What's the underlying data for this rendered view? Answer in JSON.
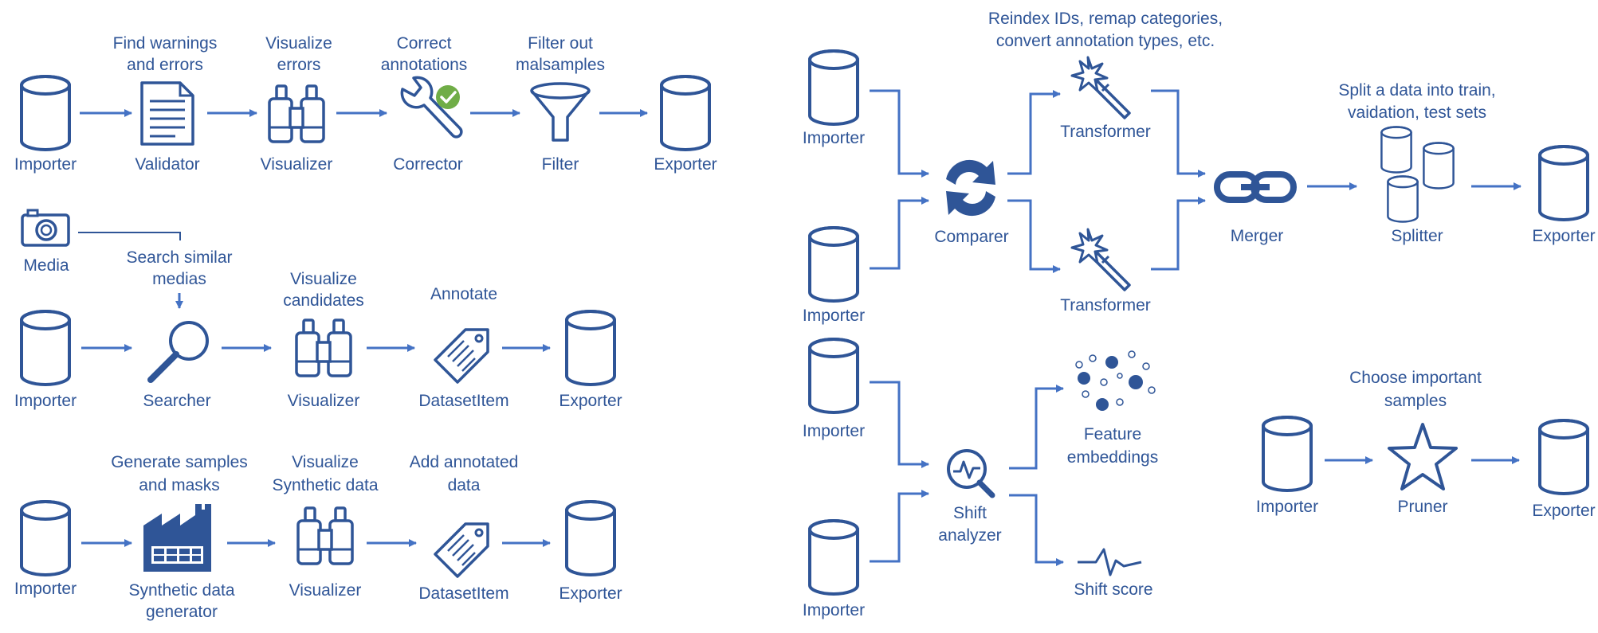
{
  "colors": {
    "primary": "#2F5597",
    "check": "#70AD47",
    "background": "#FFFFFF"
  },
  "pipeline1": {
    "ann_validator": [
      "Find warnings",
      "and errors"
    ],
    "ann_visualizer": [
      "Visualize",
      "errors"
    ],
    "ann_corrector": [
      "Correct",
      "annotations"
    ],
    "ann_filter": [
      "Filter out",
      "malsamples"
    ],
    "importer": "Importer",
    "validator": "Validator",
    "visualizer": "Visualizer",
    "corrector": "Corrector",
    "filter": "Filter",
    "exporter": "Exporter"
  },
  "pipeline2": {
    "media": "Media",
    "ann_searcher": [
      "Search similar",
      "medias"
    ],
    "ann_visualizer": [
      "Visualize",
      "candidates"
    ],
    "ann_item": "Annotate",
    "importer": "Importer",
    "searcher": "Searcher",
    "visualizer": "Visualizer",
    "item": "DatasetItem",
    "exporter": "Exporter"
  },
  "pipeline3": {
    "ann_generator": [
      "Generate samples",
      "and masks"
    ],
    "ann_visualizer": [
      "Visualize",
      "Synthetic data"
    ],
    "ann_item": [
      "Add annotated",
      "data"
    ],
    "importer": "Importer",
    "generator": [
      "Synthetic data",
      "generator"
    ],
    "visualizer": "Visualizer",
    "item": "DatasetItem",
    "exporter": "Exporter"
  },
  "merge_pipeline": {
    "ann_transformer": [
      "Reindex IDs, remap categories,",
      "convert annotation types, etc."
    ],
    "ann_splitter": [
      "Split a data into train,",
      "vaidation, test sets"
    ],
    "importer_top": "Importer",
    "importer_bottom": "Importer",
    "comparer": "Comparer",
    "transformer_top": "Transformer",
    "transformer_bottom": "Transformer",
    "merger": "Merger",
    "splitter": "Splitter",
    "exporter": "Exporter"
  },
  "shift_pipeline": {
    "importer_top": "Importer",
    "importer_bottom": "Importer",
    "analyzer": [
      "Shift",
      "analyzer"
    ],
    "embeddings": [
      "Feature",
      "embeddings"
    ],
    "score": "Shift score"
  },
  "prune_pipeline": {
    "ann_pruner": [
      "Choose important",
      "samples"
    ],
    "importer": "Importer",
    "pruner": "Pruner",
    "exporter": "Exporter"
  }
}
